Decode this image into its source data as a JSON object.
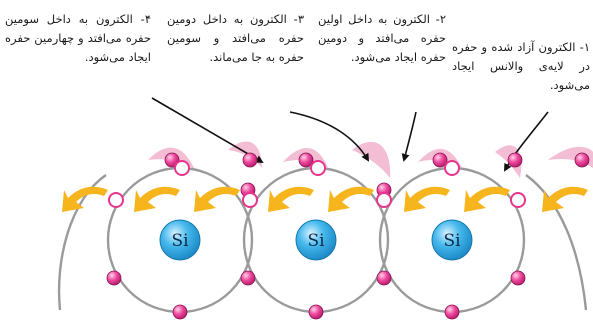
{
  "captions": [
    "۱- الکترون آزاد شده و حفره در لایه‌ی والانس ایجاد می‌شود.",
    "۲- الکترون به داخل اولین حفره می‌افتد و دومین حفره ایجاد می‌شود.",
    "۳- الکترون به داخل دومین حفره می‌افتد و سومین حفره به جا می‌ماند.",
    "۴- الکترون به داخل سومین حفره می‌افتد و چهارمین حفره ایجاد می‌شود."
  ],
  "atoms": [
    "Si",
    "Si",
    "Si"
  ],
  "colors": {
    "orbit": "#9a9a9a",
    "electron": "#e8348f",
    "hole": "#e8348f",
    "arrow": "#f6b51c",
    "trail": "#f2b6cf",
    "nucleus": "#29a7e1"
  }
}
